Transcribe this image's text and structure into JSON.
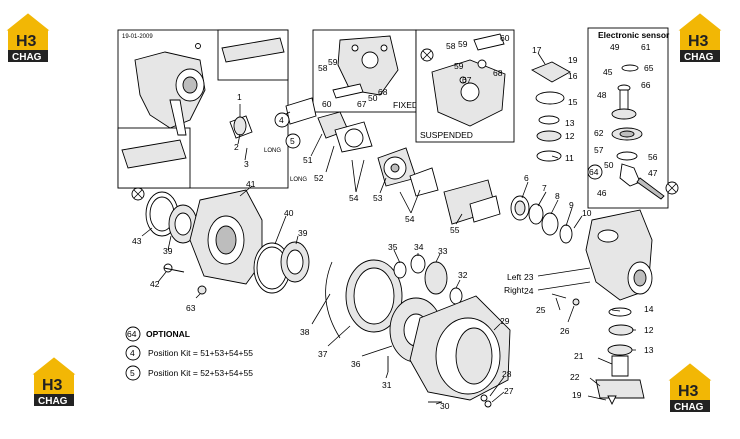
{
  "header": {
    "date": "19-01-2009"
  },
  "insets": {
    "fixed_label": "FIXED",
    "suspended_label": "SUSPENDED",
    "electronic_sensor_title": "Electronic sensor"
  },
  "logo": {
    "top": "H3",
    "bottom": "CHAG",
    "color": "#f2b705"
  },
  "callouts": {
    "n1": "1",
    "n2": "2",
    "n3": "3",
    "n4": "4",
    "n5": "5",
    "n6": "6",
    "n7": "7",
    "n8": "8",
    "n9": "9",
    "n10": "10",
    "n11": "11",
    "n12": "12",
    "n13": "13",
    "n14": "14",
    "n15": "15",
    "n16": "16",
    "n17": "17",
    "n19": "19",
    "n21": "21",
    "n22": "22",
    "n23": "23",
    "n24": "24",
    "n25": "25",
    "n26": "26",
    "n27": "27",
    "n28": "28",
    "n29": "29",
    "n30": "30",
    "n31": "31",
    "n32": "32",
    "n33": "33",
    "n34": "34",
    "n35": "35",
    "n36": "36",
    "n37": "37",
    "n38": "38",
    "n39": "39",
    "n40": "40",
    "n41": "41",
    "n42": "42",
    "n43": "43",
    "n45": "45",
    "n46": "46",
    "n47": "47",
    "n48": "48",
    "n49": "49",
    "n50": "50",
    "n51": "51",
    "n52": "52",
    "n53": "53",
    "n54": "54",
    "n55": "55",
    "n56": "56",
    "n57": "57",
    "n58": "58",
    "n59": "59",
    "n60": "60",
    "n61": "61",
    "n62": "62",
    "n63": "63",
    "n64": "64",
    "n65": "65",
    "n66": "66",
    "n67": "67",
    "n68": "68",
    "n12b": "12",
    "n13b": "13",
    "n19b": "19",
    "n39b": "39",
    "n54b": "54",
    "n58b": "58",
    "n59b": "59",
    "n60b": "60",
    "n67b": "67",
    "n68b": "68",
    "n50b": "50"
  },
  "labels": {
    "long": "LONG",
    "left": "Left",
    "right": "Right"
  },
  "legend": {
    "optional_num": "64",
    "optional_text": "OPTIONAL",
    "kit4_num": "4",
    "kit4_text": "Position Kit = 51+53+54+55",
    "kit5_num": "5",
    "kit5_text": "Position Kit = 52+53+54+55"
  }
}
